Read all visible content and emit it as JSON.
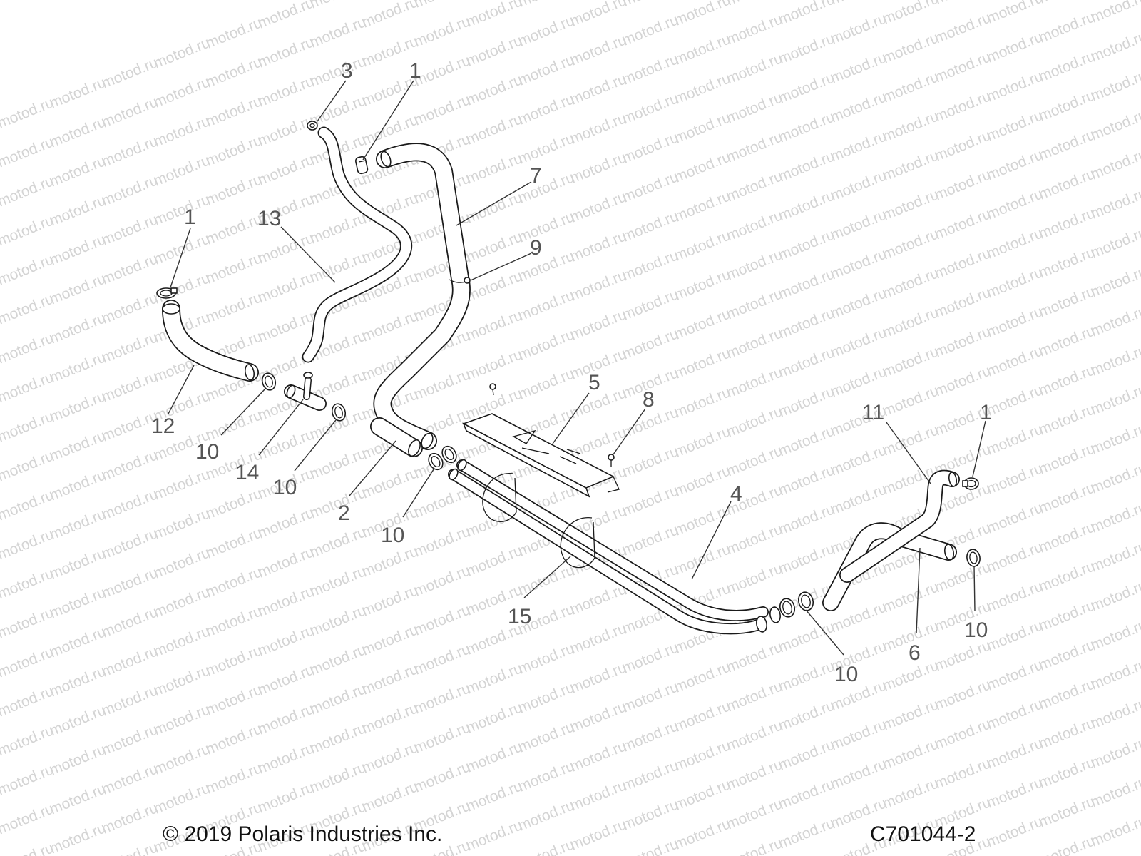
{
  "watermark": "motod.ru",
  "callouts": [
    {
      "id": "3-top",
      "label": "3"
    },
    {
      "id": "1-top",
      "label": "1"
    },
    {
      "id": "7",
      "label": "7"
    },
    {
      "id": "9",
      "label": "9"
    },
    {
      "id": "13",
      "label": "13"
    },
    {
      "id": "1-left",
      "label": "1"
    },
    {
      "id": "12",
      "label": "12"
    },
    {
      "id": "10-a",
      "label": "10"
    },
    {
      "id": "14",
      "label": "14"
    },
    {
      "id": "10-b",
      "label": "10"
    },
    {
      "id": "2",
      "label": "2"
    },
    {
      "id": "5",
      "label": "5"
    },
    {
      "id": "8",
      "label": "8"
    },
    {
      "id": "10-c",
      "label": "10"
    },
    {
      "id": "4",
      "label": "4"
    },
    {
      "id": "15",
      "label": "15"
    },
    {
      "id": "11",
      "label": "11"
    },
    {
      "id": "1-right",
      "label": "1"
    },
    {
      "id": "10-d",
      "label": "10"
    },
    {
      "id": "6",
      "label": "6"
    },
    {
      "id": "10-e",
      "label": "10"
    }
  ],
  "footer": {
    "copyright": "© 2019 Polaris Industries Inc.",
    "drawing_number": "C701044-2"
  },
  "colors": {
    "background": "#ffffff",
    "line": "#1a1a1a",
    "callout_text": "#555555",
    "watermark": "#d4d4d4"
  }
}
